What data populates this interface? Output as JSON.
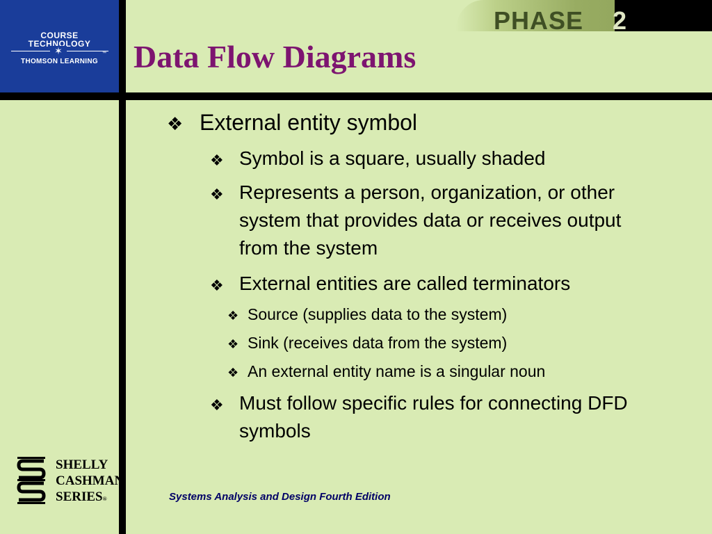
{
  "logo": {
    "line1": "COURSE",
    "line2": "TECHNOLOGY",
    "line3": "THOMSON LEARNING",
    "tm": "™",
    "star": "✶"
  },
  "phase": {
    "word": "PHASE",
    "number": "2"
  },
  "title": "Data Flow Diagrams",
  "bullet_glyph": "❖",
  "bullets": [
    {
      "level": 1,
      "text": "External entity symbol"
    },
    {
      "level": 2,
      "text": "Symbol is a square, usually shaded"
    },
    {
      "level": 2,
      "text": "Represents a person, organization, or other system that provides data or receives output from the system"
    },
    {
      "level": 2,
      "text": "External entities are called terminators"
    },
    {
      "level": 3,
      "text": "Source (supplies data to the system)"
    },
    {
      "level": 3,
      "text": "Sink (receives data from the system)"
    },
    {
      "level": 3,
      "text": "An external entity name is a singular noun"
    },
    {
      "level": 2,
      "text": "Must follow specific rules for connecting DFD symbols"
    }
  ],
  "series_logo": {
    "line1": "SHELLY",
    "line2": "CASHMAN",
    "line3": "SERIES",
    "reg": "®"
  },
  "footer": "Systems Analysis and Design Fourth Edition",
  "colors": {
    "background": "#d9ebb4",
    "logo_blue": "#1a3d9a",
    "title_purple": "#7d1470",
    "footer_navy": "#000066"
  }
}
